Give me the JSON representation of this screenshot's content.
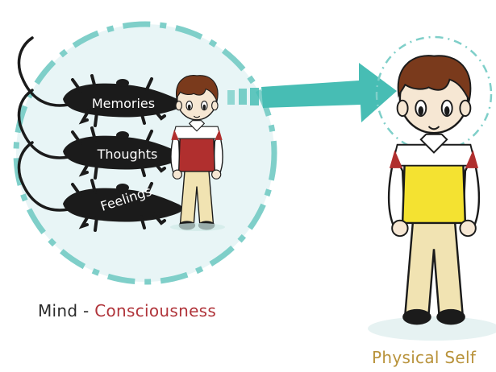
{
  "mind_caption": {
    "prefix": "Mind - ",
    "highlight": "Consciousness"
  },
  "physical_caption": "Physical Self",
  "rat_labels": [
    "Memories",
    "Thoughts",
    "Feelings"
  ],
  "colors": {
    "circle_fill": "#e8f5f6",
    "circle_dash": "#7fcfc9",
    "arrow": "#47bdb4",
    "rat": "#1b1b1b",
    "shirt_small": "#b02f2e",
    "shirt_large": "#f4e231",
    "hair": "#7a3a1c",
    "pants": "#f1e3b2",
    "highlight_text": "#b0343a",
    "physical_text": "#b8923a"
  },
  "icons": [
    "rat-icon",
    "boy-icon",
    "arrow-icon",
    "halo-ring-icon"
  ]
}
